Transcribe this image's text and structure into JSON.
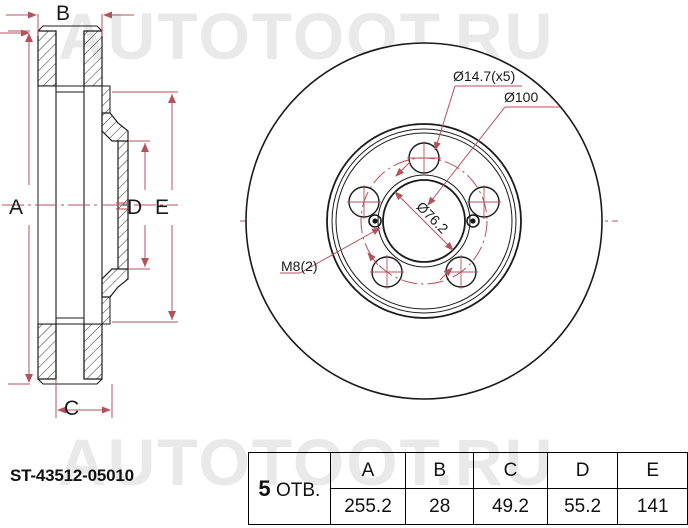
{
  "watermark": {
    "text": "AUTOTOOT.RU"
  },
  "part": {
    "number": "ST-43512-05010"
  },
  "section_view": {
    "dimension_letters": [
      "B",
      "A",
      "D",
      "E",
      "C"
    ],
    "letter_b": "B",
    "letter_a": "A",
    "letter_d": "D",
    "letter_e": "E",
    "letter_c": "C"
  },
  "face_view": {
    "callouts": {
      "bolt_hole": "Ø14.7(x5)",
      "bolt_circle": "Ø100",
      "center_bore": "Ø76.2",
      "thread": "M8(2)"
    }
  },
  "spec_table": {
    "holes_count": "5",
    "holes_label": "ОТВ.",
    "headers": [
      "A",
      "B",
      "C",
      "D",
      "E"
    ],
    "values": [
      "255.2",
      "28",
      "49.2",
      "55.2",
      "141"
    ]
  }
}
